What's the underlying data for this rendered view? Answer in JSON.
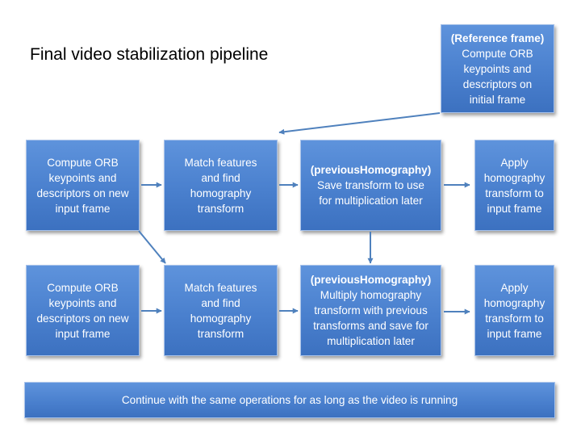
{
  "title": "Final video stabilization pipeline",
  "colors": {
    "box_fill": "#4a80ce",
    "box_border": "#a9c3ea",
    "arrow": "#4f81bd",
    "text": "#ffffff"
  },
  "reference": {
    "heading": "(Reference frame)",
    "lines": [
      "Compute ORB",
      "keypoints and",
      "descriptors on",
      "initial frame"
    ]
  },
  "row1": {
    "compute": {
      "lines": [
        "Compute ORB",
        "keypoints and",
        "descriptors on new",
        "input frame"
      ]
    },
    "match": {
      "lines": [
        "Match features",
        "and find",
        "homography",
        "transform"
      ]
    },
    "homography": {
      "heading": "(previousHomography)",
      "lines": [
        "Save transform to use",
        "for multiplication later"
      ]
    },
    "apply": {
      "lines": [
        "Apply",
        "homography",
        "transform to",
        "input frame"
      ]
    }
  },
  "row2": {
    "compute": {
      "lines": [
        "Compute ORB",
        "keypoints and",
        "descriptors on new",
        "input frame"
      ]
    },
    "match": {
      "lines": [
        "Match features",
        "and find",
        "homography",
        "transform"
      ]
    },
    "homography": {
      "heading": "(previousHomography)",
      "lines": [
        "Multiply homography",
        "transform with previous",
        "transforms and save for",
        "multiplication later"
      ]
    },
    "apply": {
      "lines": [
        "Apply",
        "homography",
        "transform to",
        "input frame"
      ]
    }
  },
  "footer": {
    "text": "Continue with the same operations for as long as the video is running"
  }
}
